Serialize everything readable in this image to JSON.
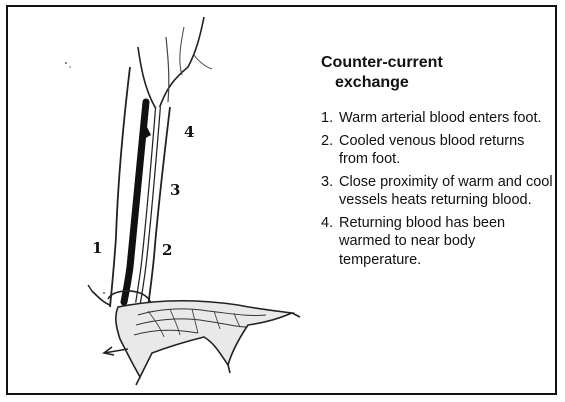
{
  "title_line1": "Counter-current",
  "title_line2": "exchange",
  "steps": [
    {
      "num": "1.",
      "text": "Warm arterial blood enters foot."
    },
    {
      "num": "2.",
      "text": "Cooled venous blood returns from foot."
    },
    {
      "num": "3.",
      "text": "Close proximity of warm and cool vessels heats returning blood."
    },
    {
      "num": "4.",
      "text": "Returning blood has been warmed to near body temperature."
    }
  ],
  "leg_labels": [
    "1",
    "2",
    "3",
    "4"
  ],
  "colors": {
    "ink": "#111111",
    "background": "#ffffff"
  }
}
